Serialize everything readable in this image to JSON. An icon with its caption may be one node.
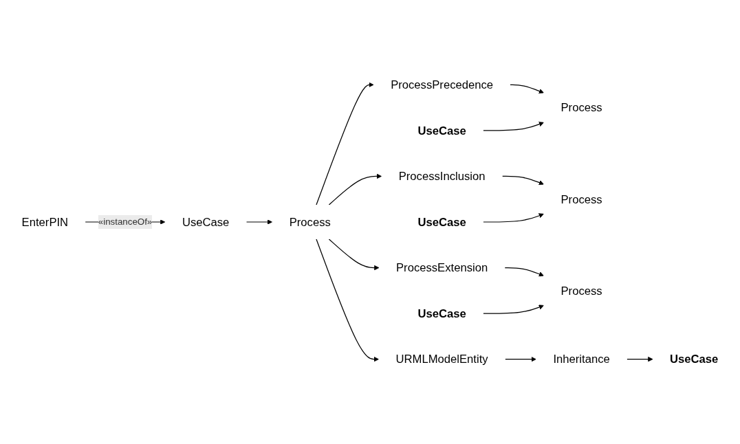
{
  "diagram": {
    "nodes": [
      {
        "text": [
          "EnterPIN"
        ]
      },
      {
        "text": [
          "UseCase"
        ]
      },
      {
        "text": [
          "Process"
        ]
      },
      {
        "text": [
          "ProcessPrecedence"
        ]
      },
      {
        "text": [
          "Process"
        ]
      },
      {
        "text": [
          "UseCase"
        ]
      },
      {
        "text": [
          "ProcessInclusion"
        ]
      },
      {
        "text": [
          "Process"
        ]
      },
      {
        "text": [
          "UseCase"
        ]
      },
      {
        "text": [
          "ProcessExtension"
        ]
      },
      {
        "text": [
          "Process"
        ]
      },
      {
        "text": [
          "UseCase"
        ]
      },
      {
        "text": [
          "URMLModelEntity"
        ]
      },
      {
        "text": [
          "Inheritance"
        ]
      },
      {
        "text": [
          "UseCase"
        ]
      }
    ],
    "edges": [
      {
        "from": 0,
        "to": 1,
        "arrow": "to",
        "label": "«instanceOf»"
      },
      {
        "from": 1,
        "to": 2,
        "arrow": "to"
      },
      {
        "from": 2,
        "to": 3,
        "arrow": "to"
      },
      {
        "from": 3,
        "to": 4,
        "arrow": "to"
      },
      {
        "from": 5,
        "to": 4,
        "arrow": "to"
      },
      {
        "from": 2,
        "to": 6,
        "arrow": "to"
      },
      {
        "from": 6,
        "to": 7,
        "arrow": "to"
      },
      {
        "from": 8,
        "to": 7,
        "arrow": "to"
      },
      {
        "from": 2,
        "to": 9,
        "arrow": "to"
      },
      {
        "from": 9,
        "to": 10,
        "arrow": "to"
      },
      {
        "from": 11,
        "to": 10,
        "arrow": "to"
      },
      {
        "from": 2,
        "to": 12,
        "arrow": "to"
      },
      {
        "from": 12,
        "to": 13,
        "arrow": "to"
      },
      {
        "from": 13,
        "to": 14,
        "arrow": "to"
      }
    ]
  }
}
